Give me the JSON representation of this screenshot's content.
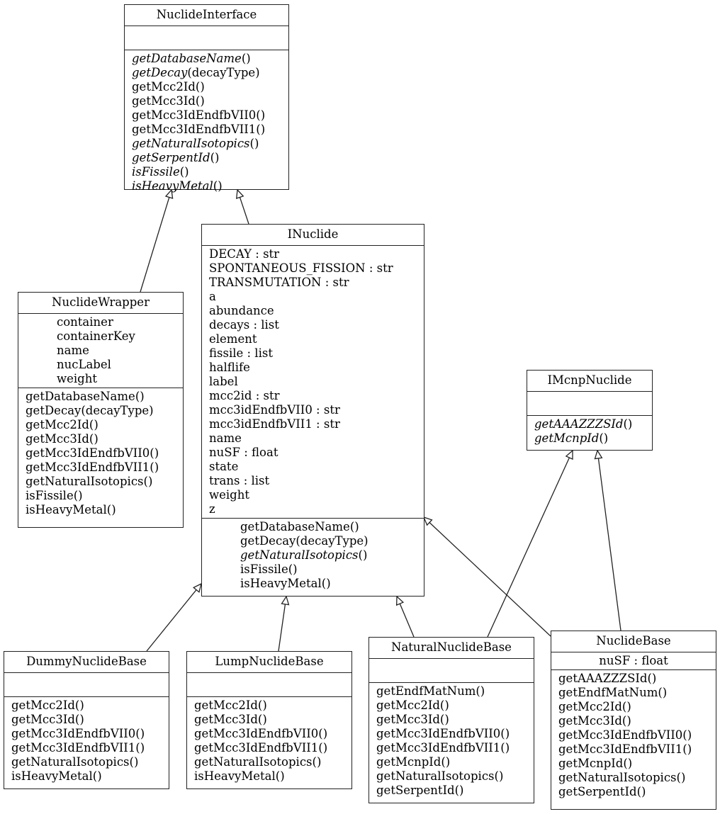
{
  "diagram": {
    "type": "uml-class-diagram",
    "classes": {
      "NuclideInterface": {
        "name": "NuclideInterface",
        "attributes": [],
        "methods": [
          {
            "name": "getDatabaseName",
            "args": "()",
            "abstract": true
          },
          {
            "name": "getDecay",
            "args": "(decayType)",
            "abstract": true
          },
          {
            "name": "getMcc2Id",
            "args": "()",
            "abstract": false
          },
          {
            "name": "getMcc3Id",
            "args": "()",
            "abstract": false
          },
          {
            "name": "getMcc3IdEndfbVII0",
            "args": "()",
            "abstract": false
          },
          {
            "name": "getMcc3IdEndfbVII1",
            "args": "()",
            "abstract": false
          },
          {
            "name": "getNaturalIsotopics",
            "args": "()",
            "abstract": true
          },
          {
            "name": "getSerpentId",
            "args": "()",
            "abstract": true
          },
          {
            "name": "isFissile",
            "args": "()",
            "abstract": true
          },
          {
            "name": "isHeavyMetal",
            "args": "()",
            "abstract": true
          }
        ]
      },
      "NuclideWrapper": {
        "name": "NuclideWrapper",
        "attributes": [
          "container",
          "containerKey",
          "name",
          "nucLabel",
          "weight"
        ],
        "methods": [
          {
            "name": "getDatabaseName",
            "args": "()",
            "abstract": false
          },
          {
            "name": "getDecay",
            "args": "(decayType)",
            "abstract": false
          },
          {
            "name": "getMcc2Id",
            "args": "()",
            "abstract": false
          },
          {
            "name": "getMcc3Id",
            "args": "()",
            "abstract": false
          },
          {
            "name": "getMcc3IdEndfbVII0",
            "args": "()",
            "abstract": false
          },
          {
            "name": "getMcc3IdEndfbVII1",
            "args": "()",
            "abstract": false
          },
          {
            "name": "getNaturalIsotopics",
            "args": "()",
            "abstract": false
          },
          {
            "name": "isFissile",
            "args": "()",
            "abstract": false
          },
          {
            "name": "isHeavyMetal",
            "args": "()",
            "abstract": false
          }
        ]
      },
      "INuclide": {
        "name": "INuclide",
        "attributes": [
          "DECAY : str",
          "SPONTANEOUS_FISSION : str",
          "TRANSMUTATION : str",
          "a",
          "abundance",
          "decays : list",
          "element",
          "fissile : list",
          "halflife",
          "label",
          "mcc2id : str",
          "mcc3idEndfbVII0 : str",
          "mcc3idEndfbVII1 : str",
          "name",
          "nuSF : float",
          "state",
          "trans : list",
          "weight",
          "z"
        ],
        "methods": [
          {
            "name": "getDatabaseName",
            "args": "()",
            "abstract": false
          },
          {
            "name": "getDecay",
            "args": "(decayType)",
            "abstract": false
          },
          {
            "name": "getNaturalIsotopics",
            "args": "()",
            "abstract": true
          },
          {
            "name": "isFissile",
            "args": "()",
            "abstract": false
          },
          {
            "name": "isHeavyMetal",
            "args": "()",
            "abstract": false
          }
        ]
      },
      "IMcnpNuclide": {
        "name": "IMcnpNuclide",
        "attributes": [],
        "methods": [
          {
            "name": "getAAAZZZSId",
            "args": "()",
            "abstract": true
          },
          {
            "name": "getMcnpId",
            "args": "()",
            "abstract": true
          }
        ]
      },
      "DummyNuclideBase": {
        "name": "DummyNuclideBase",
        "attributes": [],
        "methods": [
          {
            "name": "getMcc2Id",
            "args": "()",
            "abstract": false
          },
          {
            "name": "getMcc3Id",
            "args": "()",
            "abstract": false
          },
          {
            "name": "getMcc3IdEndfbVII0",
            "args": "()",
            "abstract": false
          },
          {
            "name": "getMcc3IdEndfbVII1",
            "args": "()",
            "abstract": false
          },
          {
            "name": "getNaturalIsotopics",
            "args": "()",
            "abstract": false
          },
          {
            "name": "isHeavyMetal",
            "args": "()",
            "abstract": false
          }
        ]
      },
      "LumpNuclideBase": {
        "name": "LumpNuclideBase",
        "attributes": [],
        "methods": [
          {
            "name": "getMcc2Id",
            "args": "()",
            "abstract": false
          },
          {
            "name": "getMcc3Id",
            "args": "()",
            "abstract": false
          },
          {
            "name": "getMcc3IdEndfbVII0",
            "args": "()",
            "abstract": false
          },
          {
            "name": "getMcc3IdEndfbVII1",
            "args": "()",
            "abstract": false
          },
          {
            "name": "getNaturalIsotopics",
            "args": "()",
            "abstract": false
          },
          {
            "name": "isHeavyMetal",
            "args": "()",
            "abstract": false
          }
        ]
      },
      "NaturalNuclideBase": {
        "name": "NaturalNuclideBase",
        "attributes": [],
        "methods": [
          {
            "name": "getEndfMatNum",
            "args": "()",
            "abstract": false
          },
          {
            "name": "getMcc2Id",
            "args": "()",
            "abstract": false
          },
          {
            "name": "getMcc3Id",
            "args": "()",
            "abstract": false
          },
          {
            "name": "getMcc3IdEndfbVII0",
            "args": "()",
            "abstract": false
          },
          {
            "name": "getMcc3IdEndfbVII1",
            "args": "()",
            "abstract": false
          },
          {
            "name": "getMcnpId",
            "args": "()",
            "abstract": false
          },
          {
            "name": "getNaturalIsotopics",
            "args": "()",
            "abstract": false
          },
          {
            "name": "getSerpentId",
            "args": "()",
            "abstract": false
          }
        ]
      },
      "NuclideBase": {
        "name": "NuclideBase",
        "attributes": [
          "nuSF : float"
        ],
        "methods": [
          {
            "name": "getAAAZZZSId",
            "args": "()",
            "abstract": false
          },
          {
            "name": "getEndfMatNum",
            "args": "()",
            "abstract": false
          },
          {
            "name": "getMcc2Id",
            "args": "()",
            "abstract": false
          },
          {
            "name": "getMcc3Id",
            "args": "()",
            "abstract": false
          },
          {
            "name": "getMcc3IdEndfbVII0",
            "args": "()",
            "abstract": false
          },
          {
            "name": "getMcc3IdEndfbVII1",
            "args": "()",
            "abstract": false
          },
          {
            "name": "getMcnpId",
            "args": "()",
            "abstract": false
          },
          {
            "name": "getNaturalIsotopics",
            "args": "()",
            "abstract": false
          },
          {
            "name": "getSerpentId",
            "args": "()",
            "abstract": false
          }
        ]
      }
    },
    "inheritance": [
      {
        "child": "NuclideWrapper",
        "parent": "NuclideInterface"
      },
      {
        "child": "INuclide",
        "parent": "NuclideInterface"
      },
      {
        "child": "DummyNuclideBase",
        "parent": "INuclide"
      },
      {
        "child": "LumpNuclideBase",
        "parent": "INuclide"
      },
      {
        "child": "NaturalNuclideBase",
        "parent": "INuclide"
      },
      {
        "child": "NaturalNuclideBase",
        "parent": "IMcnpNuclide"
      },
      {
        "child": "NuclideBase",
        "parent": "INuclide"
      },
      {
        "child": "NuclideBase",
        "parent": "IMcnpNuclide"
      }
    ],
    "colors": {
      "stroke": "#222222",
      "background": "#ffffff",
      "text": "#000000"
    }
  }
}
